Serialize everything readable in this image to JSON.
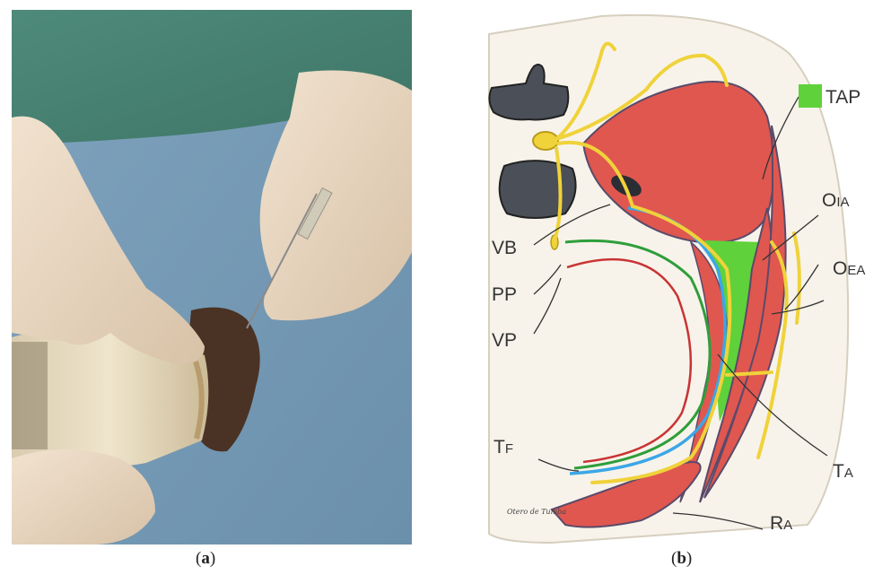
{
  "panel_a": {
    "caption_open": "(",
    "caption_letter": "a",
    "caption_close": ")"
  },
  "panel_b": {
    "caption_open": "(",
    "caption_letter": "b",
    "caption_close": ")",
    "signature": "Otero de Tumba",
    "legend": {
      "label": "TAP",
      "color": "#5fd13a"
    },
    "labels": {
      "vb": "VB",
      "pp": "PP",
      "vp": "VP",
      "tf_main": "T",
      "tf_sub": "F",
      "oia_main": "O",
      "oia_sub": "IA",
      "oea_main": "O",
      "oea_sub": "EA",
      "ta_main": "T",
      "ta_sub": "A",
      "ra_main": "R",
      "ra_sub": "A"
    },
    "colors": {
      "muscle": "#e0574f",
      "nerve": "#f0d23a",
      "bone": "#4a4f58",
      "tap_plane": "#5fd13a",
      "fascia_blue": "#3ba7e6",
      "fascia_green": "#2e9e3a",
      "fascia_red": "#c93434",
      "background": "#f7f3ea"
    }
  }
}
